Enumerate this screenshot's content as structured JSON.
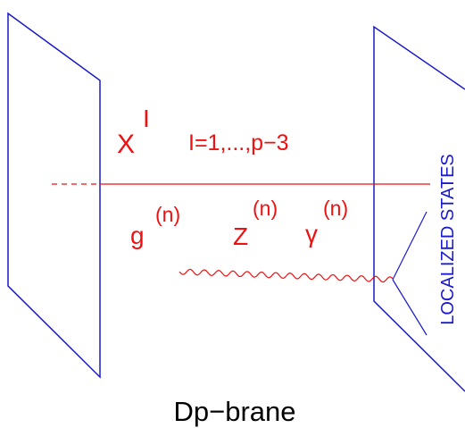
{
  "labels": {
    "x_symbol": "X",
    "x_superscript": "I",
    "index_range": "I=1,...,p−3",
    "g_symbol": "g",
    "g_superscript": "(n)",
    "z_symbol": "Z",
    "z_superscript": "(n)",
    "gamma_symbol": "γ",
    "gamma_superscript": "(n)",
    "localized_states": "LOCALIZED STATES",
    "brane_label": "Dp−brane"
  },
  "colors": {
    "brane": "#1a1acc",
    "string": "#ee1111",
    "caption": "#000000"
  }
}
